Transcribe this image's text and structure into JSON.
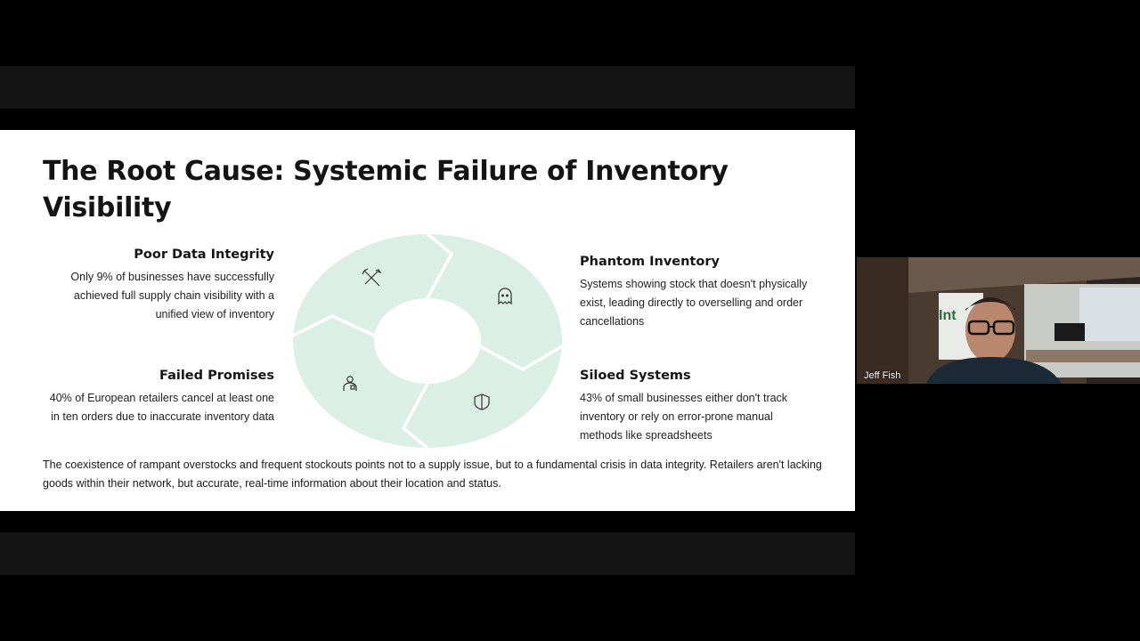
{
  "slide": {
    "title": "The Root Cause: Systemic Failure of Inventory Visibility",
    "items": [
      {
        "heading": "Poor Data Integrity",
        "body": "Only 9% of businesses have successfully achieved full supply chain visibility with a unified view of inventory",
        "icon": "tools-icon"
      },
      {
        "heading": "Phantom Inventory",
        "body": "Systems showing stock that doesn't physically exist, leading directly to overselling and order cancellations",
        "icon": "ghost-icon"
      },
      {
        "heading": "Failed Promises",
        "body": "40% of European retailers cancel at least one in ten orders due to inaccurate inventory data",
        "icon": "person-icon"
      },
      {
        "heading": "Siloed Systems",
        "body": "43% of small businesses either don't track inventory or rely on error-prone manual methods like spreadsheets",
        "icon": "shield-icon"
      }
    ],
    "footer": "The coexistence of rampant overstocks and frequent stockouts points not to a supply issue, but to a fundamental crisis in data integrity. Retailers aren't lacking goods within their network, but accurate, real-time information about their location and status.",
    "cycle_color": "#dcefe6"
  },
  "video": {
    "participant_name": "Jeff Fish",
    "background_sign": "Int"
  }
}
